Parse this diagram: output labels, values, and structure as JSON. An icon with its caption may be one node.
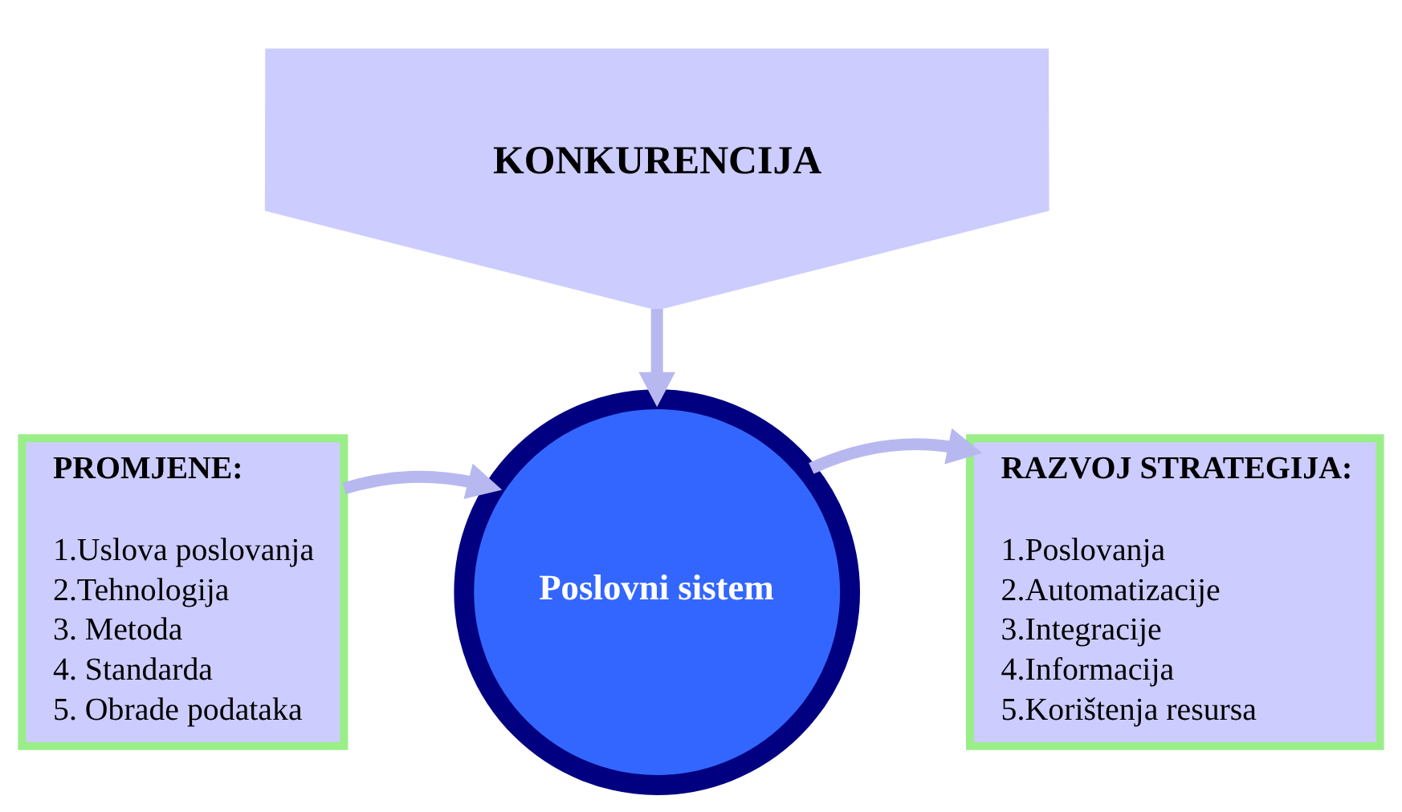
{
  "diagram": {
    "nodes": [
      {
        "text": [
          "KONKURENCIJA"
        ]
      },
      {
        "text": [
          "PROMJENE:",
          "1.Uslova poslovanja",
          "2.Tehnologija",
          "3. Metoda",
          "4. Standarda",
          "5. Obrade podataka"
        ]
      },
      {
        "text": [
          "Poslovni sistem"
        ]
      },
      {
        "text": [
          "RAZVOJ STRATEGIJA:",
          "1.Poslovanja",
          "2.Automatizacije",
          "3.Integracije",
          "4.Informacija",
          "5.Korištenja resursa"
        ]
      }
    ],
    "edges": [
      {
        "from": 0,
        "to": 2,
        "arrow": "to"
      },
      {
        "from": 1,
        "to": 2,
        "arrow": "to"
      },
      {
        "from": 2,
        "to": 3,
        "arrow": "to"
      }
    ]
  }
}
